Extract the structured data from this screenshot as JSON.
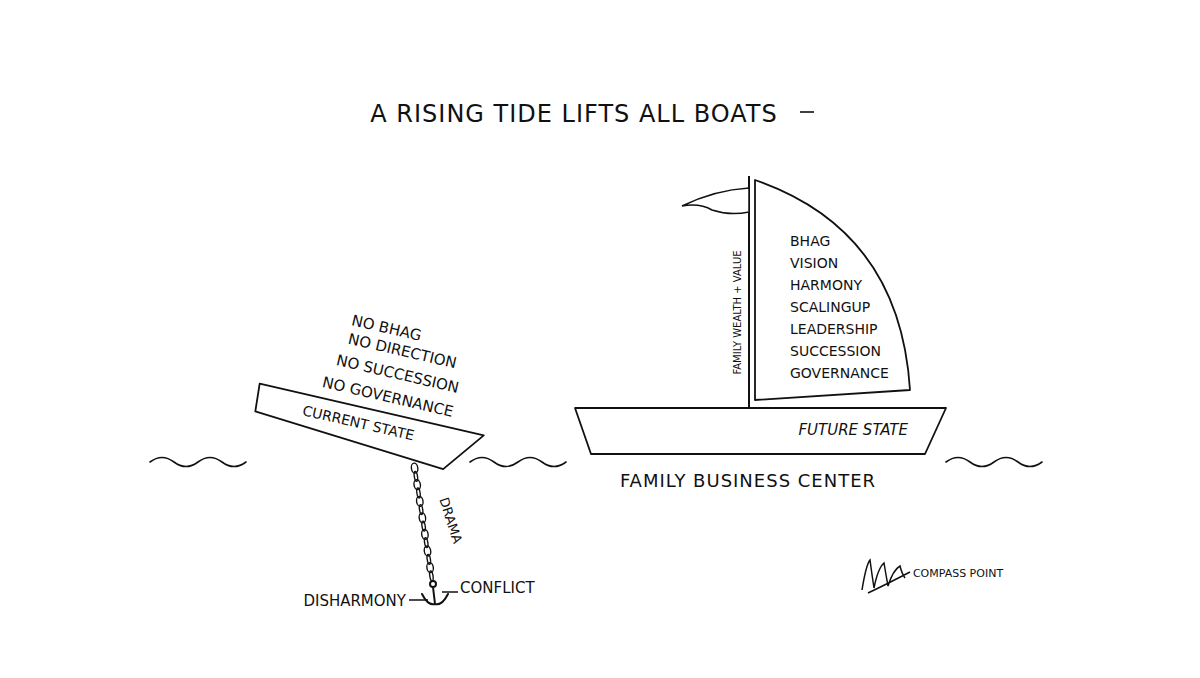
{
  "diagram": {
    "title": "A RISING TIDE LIFTS ALL BOATS",
    "nodes": [
      {
        "text": [
          "CURRENT STATE"
        ]
      },
      {
        "text": [
          "BHAG",
          "VISION",
          "HARMONY",
          "SCALINGUP",
          "LEADERSHIP",
          "SUCCESSION",
          "GOVERNANCE"
        ]
      },
      {
        "text": [
          "FUTURE STATE"
        ]
      }
    ],
    "labels": [
      "NO BHAG",
      "NO DIRECTION",
      "NO SUCCESSION",
      "NO GOVERNANCE",
      "DRAMA",
      "DISHARMONY",
      "CONFLICT",
      "FAMILY WEALTH + VALUE",
      "FAMILY BUSINESS CENTER",
      "COMPASS POINT"
    ]
  }
}
